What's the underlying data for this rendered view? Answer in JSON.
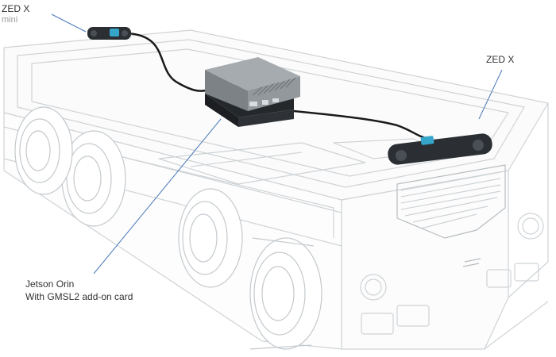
{
  "labels": {
    "zed_x_mini": {
      "title": "ZED X",
      "subtitle": "mini"
    },
    "zed_x": {
      "title": "ZED X"
    },
    "jetson": {
      "line1": "Jetson Orin",
      "line2": "With GMSL2 add-on card"
    }
  },
  "colors": {
    "leader_line": "#4a78b8",
    "outline": "#cfd3d6",
    "outline_dark": "#b8bdc1",
    "camera": "#2b2f33",
    "camera_accent": "#35a6c9",
    "box_metal": "#8d9296",
    "box_base": "#25282b",
    "cable": "#1a1a1a"
  },
  "icons": {
    "robot": "robot-chassis-wireframe",
    "camera_mini": "zed-x-mini-camera-icon",
    "camera": "zed-x-camera-icon",
    "computer": "jetson-orin-box-icon"
  }
}
